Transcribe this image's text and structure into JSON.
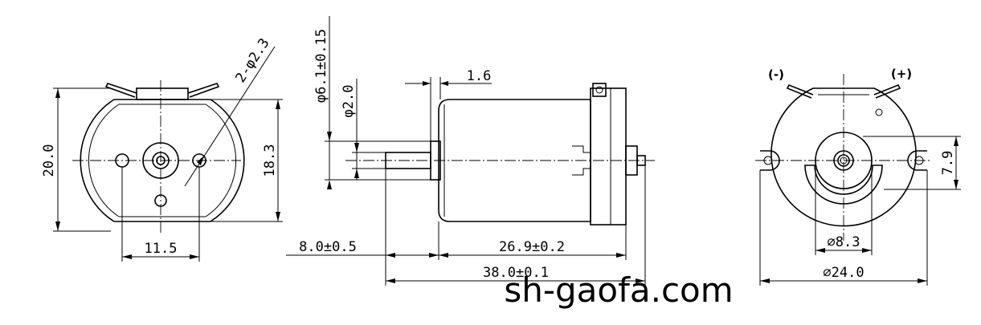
{
  "front_view": {
    "dims": {
      "height_total": "20.0",
      "height_flats": "18.3",
      "hole_spacing": "11.5",
      "mount_holes": "2-φ2.3"
    }
  },
  "side_view": {
    "dims": {
      "shaft_step": "1.6",
      "boss_diameter": "φ6.1±0.15",
      "shaft_diameter": "φ2.0",
      "shaft_length": "8.0±0.5",
      "body_length": "26.9±0.2",
      "overall_length": "38.0±0.1"
    }
  },
  "rear_view": {
    "terminals": {
      "negative": "(-)",
      "positive": "(+)"
    },
    "dims": {
      "terminal_offset": "7.9",
      "bearing_diameter": "∅8.3",
      "body_diameter": "∅24.0"
    }
  },
  "watermark": "sh-gaofa.com"
}
